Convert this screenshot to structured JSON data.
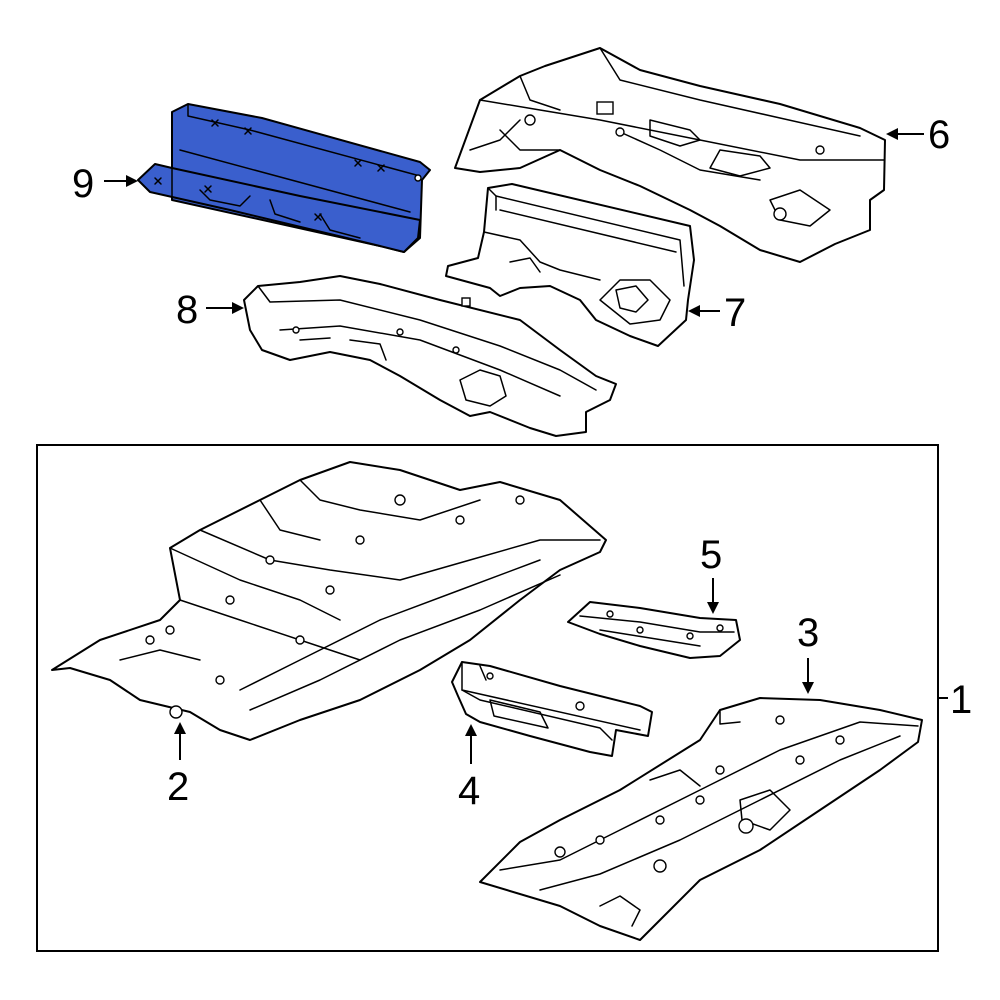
{
  "diagram": {
    "highlight_color": "#3a5fcd",
    "line_color": "#000000",
    "background": "#ffffff",
    "callouts": [
      {
        "id": "1",
        "label": "1"
      },
      {
        "id": "2",
        "label": "2"
      },
      {
        "id": "3",
        "label": "3"
      },
      {
        "id": "4",
        "label": "4"
      },
      {
        "id": "5",
        "label": "5"
      },
      {
        "id": "6",
        "label": "6"
      },
      {
        "id": "7",
        "label": "7"
      },
      {
        "id": "8",
        "label": "8"
      },
      {
        "id": "9",
        "label": "9"
      }
    ],
    "highlighted_part": "9"
  }
}
